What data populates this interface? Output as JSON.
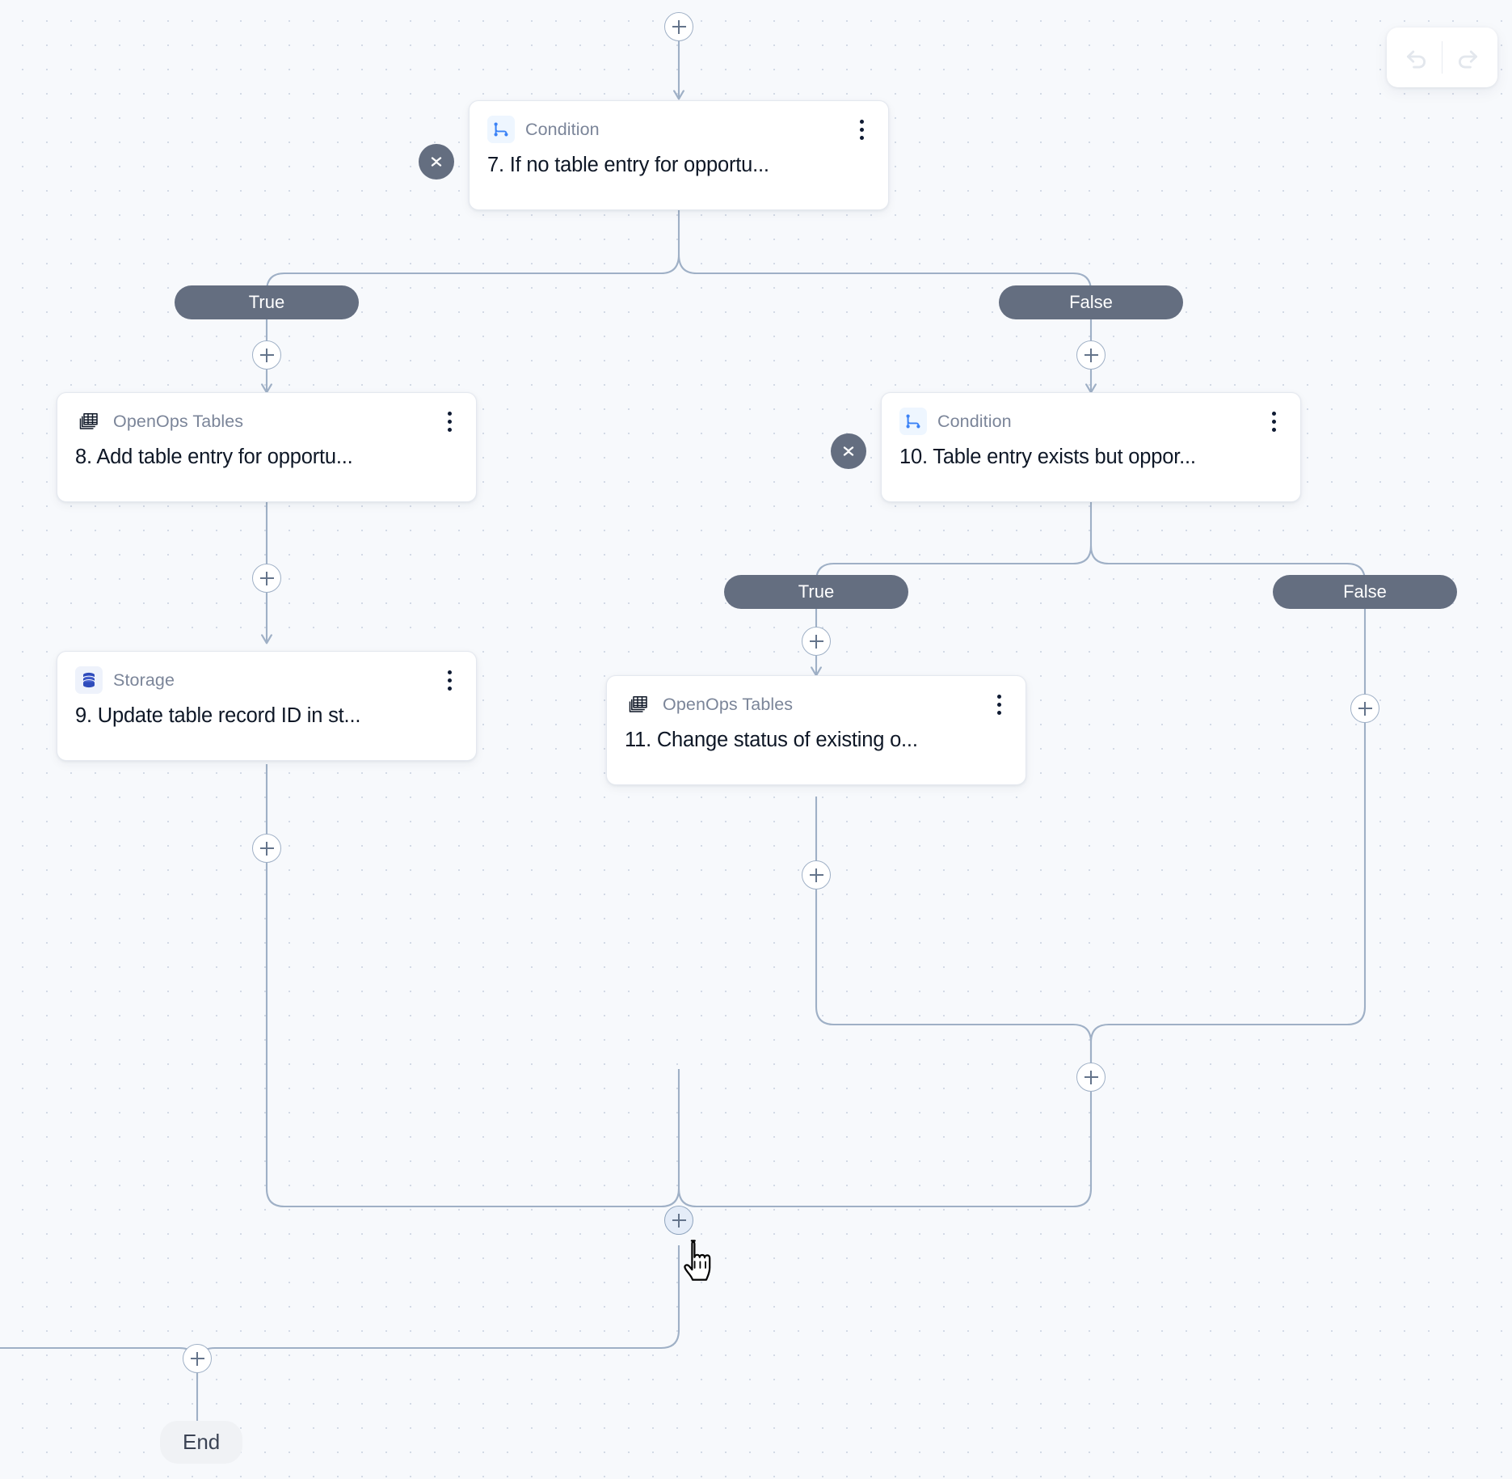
{
  "canvas": {
    "background_color": "#f7f9fc",
    "dot_color": "#d3dae6",
    "edge_color": "#9fb0c6"
  },
  "toolbar": {
    "undo_label": "undo-arrow-icon",
    "redo_label": "redo-arrow-icon"
  },
  "nodes": [
    {
      "id": "n7",
      "type": "Condition",
      "title": "7. If no table entry for opportu...",
      "icon": "condition-branch-icon",
      "has_collapse": true
    },
    {
      "id": "n8",
      "type": "OpenOps Tables",
      "title": "8. Add table entry for opportu...",
      "icon": "openops-tables-icon",
      "has_collapse": false
    },
    {
      "id": "n9",
      "type": "Storage",
      "title": "9. Update table record ID in st...",
      "icon": "storage-database-icon",
      "has_collapse": false
    },
    {
      "id": "n10",
      "type": "Condition",
      "title": "10. Table entry exists but oppor...",
      "icon": "condition-branch-icon",
      "has_collapse": true
    },
    {
      "id": "n11",
      "type": "OpenOps Tables",
      "title": "11. Change status of existing o...",
      "icon": "openops-tables-icon",
      "has_collapse": false
    }
  ],
  "branches": [
    {
      "id": "b7t",
      "label": "True"
    },
    {
      "id": "b7f",
      "label": "False"
    },
    {
      "id": "b10t",
      "label": "True"
    },
    {
      "id": "b10f",
      "label": "False"
    }
  ],
  "end_node": {
    "label": "End"
  },
  "add_buttons": [
    {
      "id": "p_top",
      "hovered": false
    },
    {
      "id": "p_7true",
      "hovered": false
    },
    {
      "id": "p_7false",
      "hovered": false
    },
    {
      "id": "p_8_9",
      "hovered": false
    },
    {
      "id": "p_9_out",
      "hovered": false
    },
    {
      "id": "p_10true",
      "hovered": false
    },
    {
      "id": "p_10false",
      "hovered": false
    },
    {
      "id": "p_11_out",
      "hovered": false
    },
    {
      "id": "p_merge10",
      "hovered": false
    },
    {
      "id": "p_merge7",
      "hovered": true
    },
    {
      "id": "p_end",
      "hovered": false
    }
  ],
  "colors": {
    "pill_background": "#646e80",
    "pill_text": "#ffffff",
    "card_background": "#ffffff",
    "card_border": "#e4e8ef",
    "node_type_text": "#7b8599",
    "node_title_text": "#0e1726",
    "condition_icon_accent": "#3b82f6",
    "storage_icon_accent": "#2f4cbb",
    "end_background": "#f0f2f5"
  }
}
